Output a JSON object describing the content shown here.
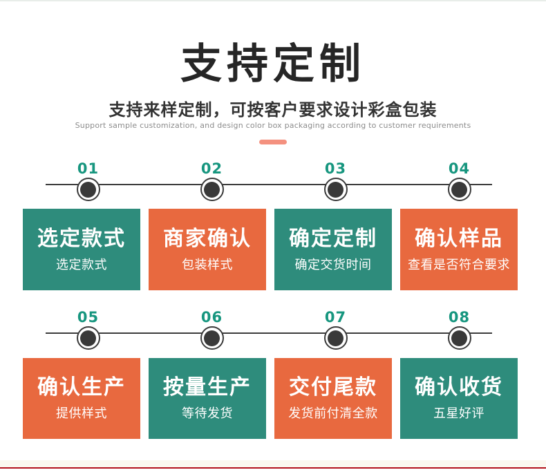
{
  "header": {
    "title": "支持定制",
    "subtitle": "支持来样定制，可按客户要求设计彩盒包装",
    "subtitle_en": "Support sample customization, and design color box packaging according to customer requirements"
  },
  "colors": {
    "green": "#2e8c7c",
    "orange": "#e8693f",
    "step_number": "#17967f",
    "marker_dark": "#393939",
    "divider": "#f4917f",
    "bottom_line": "#b2121e",
    "title_text": "#262626",
    "card_text": "#ffffff"
  },
  "rows": [
    {
      "steps": [
        "01",
        "02",
        "03",
        "04"
      ],
      "cards": [
        {
          "title": "选定款式",
          "subtitle": "选定款式",
          "color": "green"
        },
        {
          "title": "商家确认",
          "subtitle": "包装样式",
          "color": "orange"
        },
        {
          "title": "确定定制",
          "subtitle": "确定交货时间",
          "color": "green"
        },
        {
          "title": "确认样品",
          "subtitle": "查看是否符合要求",
          "color": "orange"
        }
      ]
    },
    {
      "steps": [
        "05",
        "06",
        "07",
        "08"
      ],
      "cards": [
        {
          "title": "确认生产",
          "subtitle": "提供样式",
          "color": "orange"
        },
        {
          "title": "按量生产",
          "subtitle": "等待发货",
          "color": "green"
        },
        {
          "title": "交付尾款",
          "subtitle": "发货前付清全款",
          "color": "orange"
        },
        {
          "title": "确认收货",
          "subtitle": "五星好评",
          "color": "green"
        }
      ]
    }
  ]
}
